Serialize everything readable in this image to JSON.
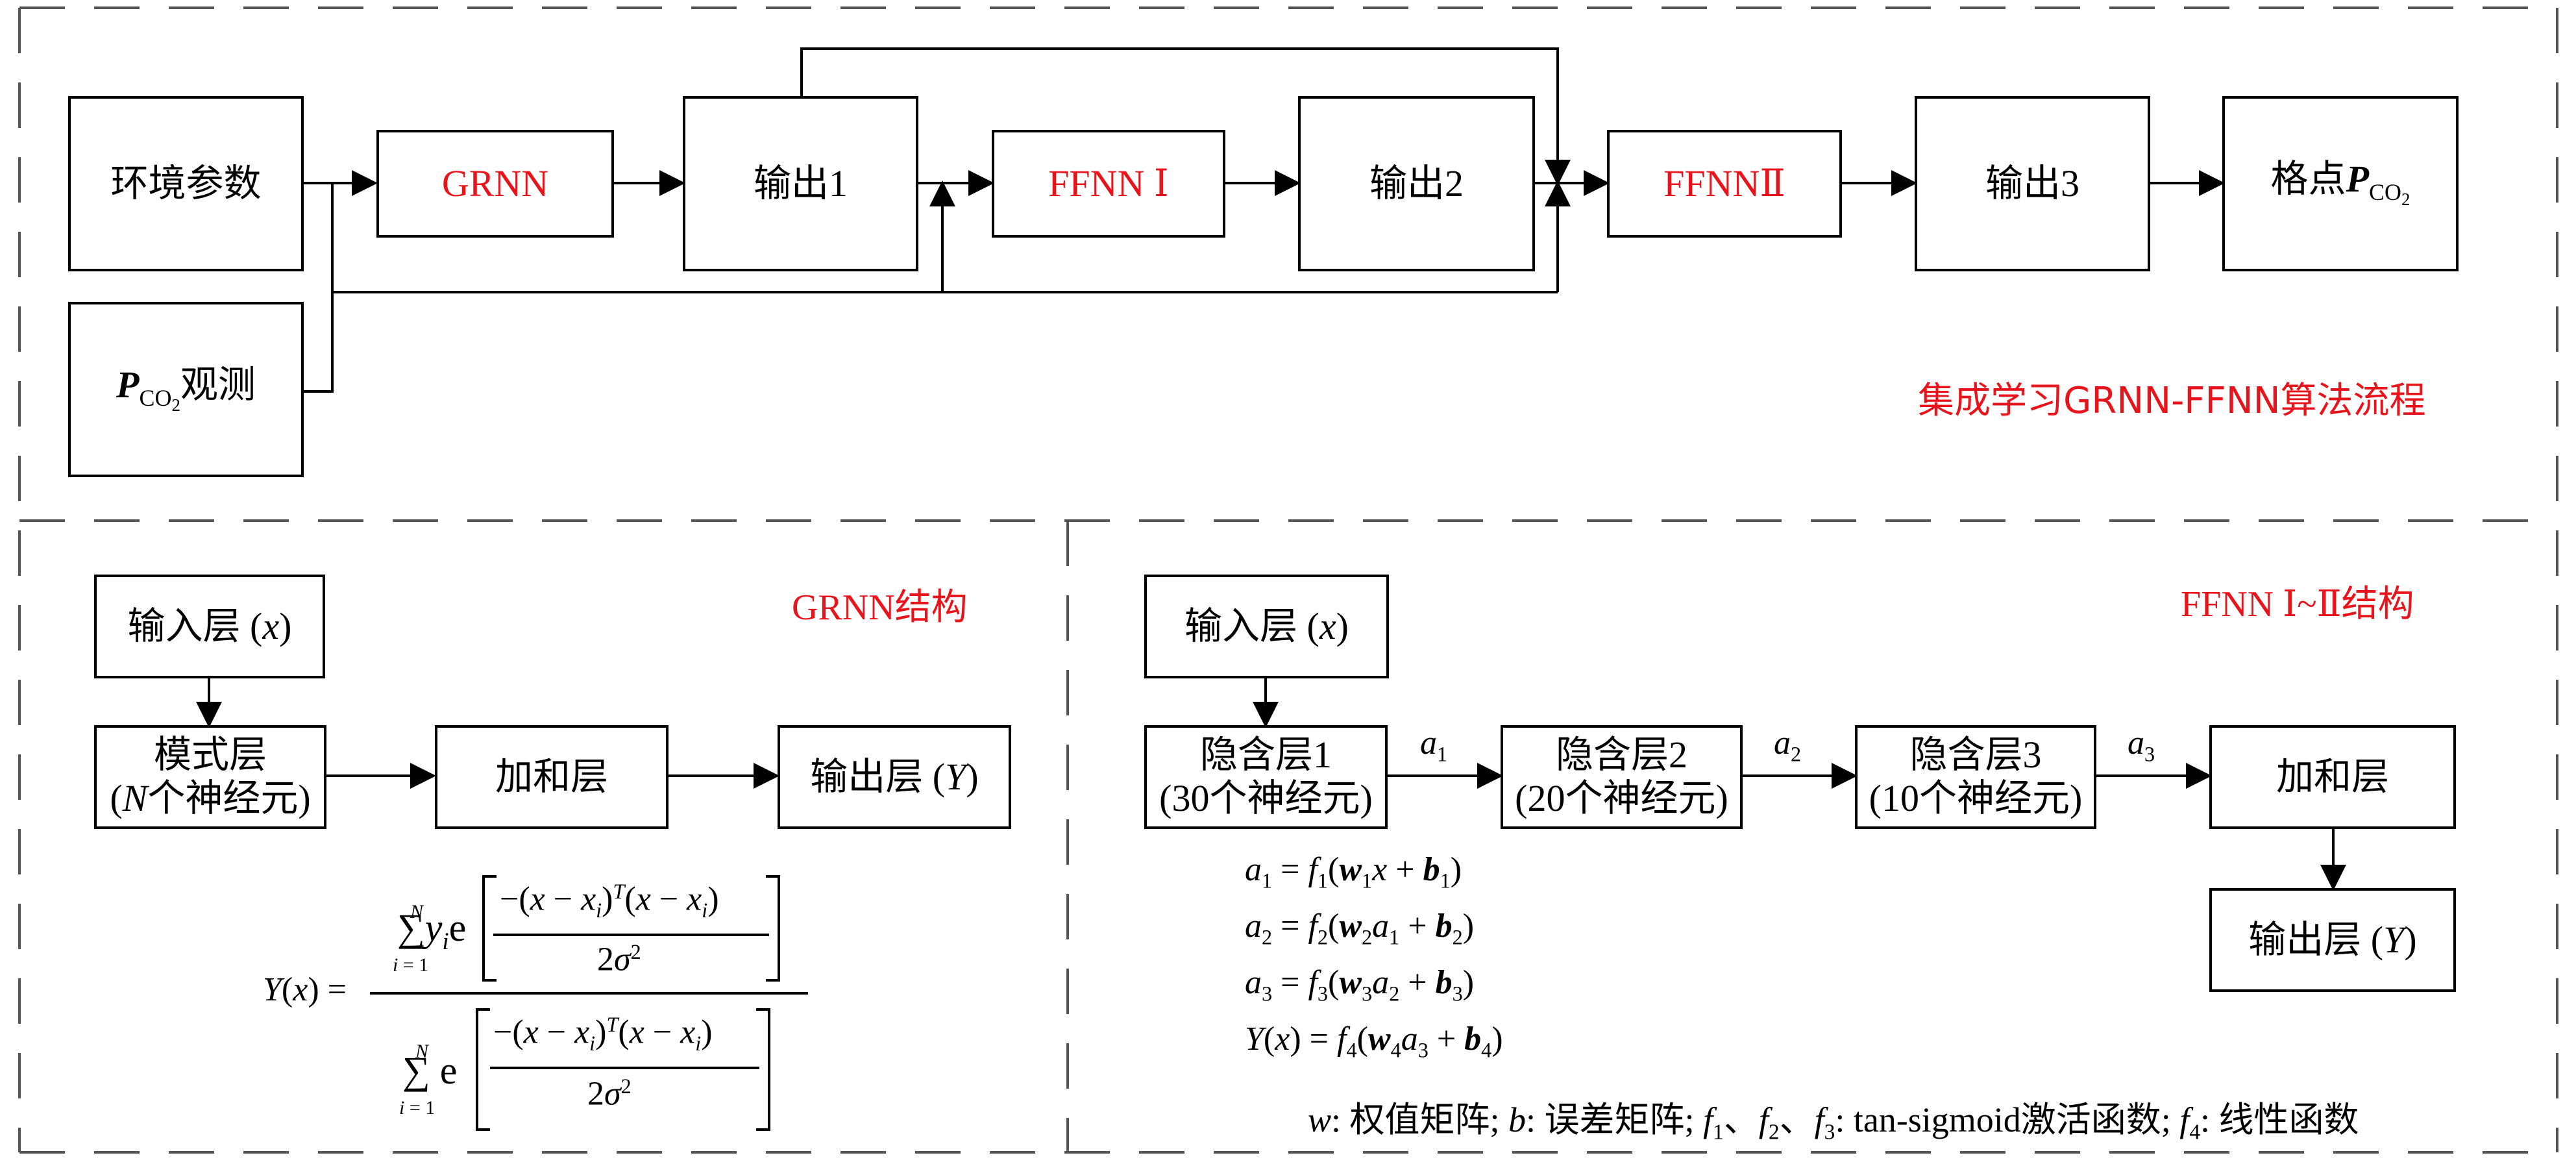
{
  "flow": {
    "env": "环境参数",
    "pco2_obs_suffix": "观测",
    "grnn": "GRNN",
    "out1": "输出1",
    "ffnn1": "FFNN Ⅰ",
    "out2": "输出2",
    "ffnn2": "FFNNⅡ",
    "out3": "输出3",
    "grid_prefix": "格点",
    "title": "集成学习GRNN-FFNN算法流程"
  },
  "grnn_struct": {
    "title": "GRNN结构",
    "input": "输入层 (x)",
    "pattern_l1": "模式层",
    "pattern_l2": "(N个神经元)",
    "sum": "加和层",
    "output": "输出层 (Y)"
  },
  "ffnn_struct": {
    "title": "FFNN Ⅰ~Ⅱ结构",
    "input": "输入层 (x)",
    "h1_l1": "隐含层1",
    "h1_l2": "(30个神经元)",
    "h2_l1": "隐含层2",
    "h2_l2": "(20个神经元)",
    "h3_l1": "隐含层3",
    "h3_l2": "(10个神经元)",
    "sum": "加和层",
    "output": "输出层 (Y)",
    "legend": "w: 权值矩阵; b: 误差矩阵; f1、f2、f3: tan-sigmoid激活函数; f4: 线性函数"
  },
  "colors": {
    "accent_red": "#e8141b",
    "line": "#000000",
    "dash": "#555555"
  }
}
